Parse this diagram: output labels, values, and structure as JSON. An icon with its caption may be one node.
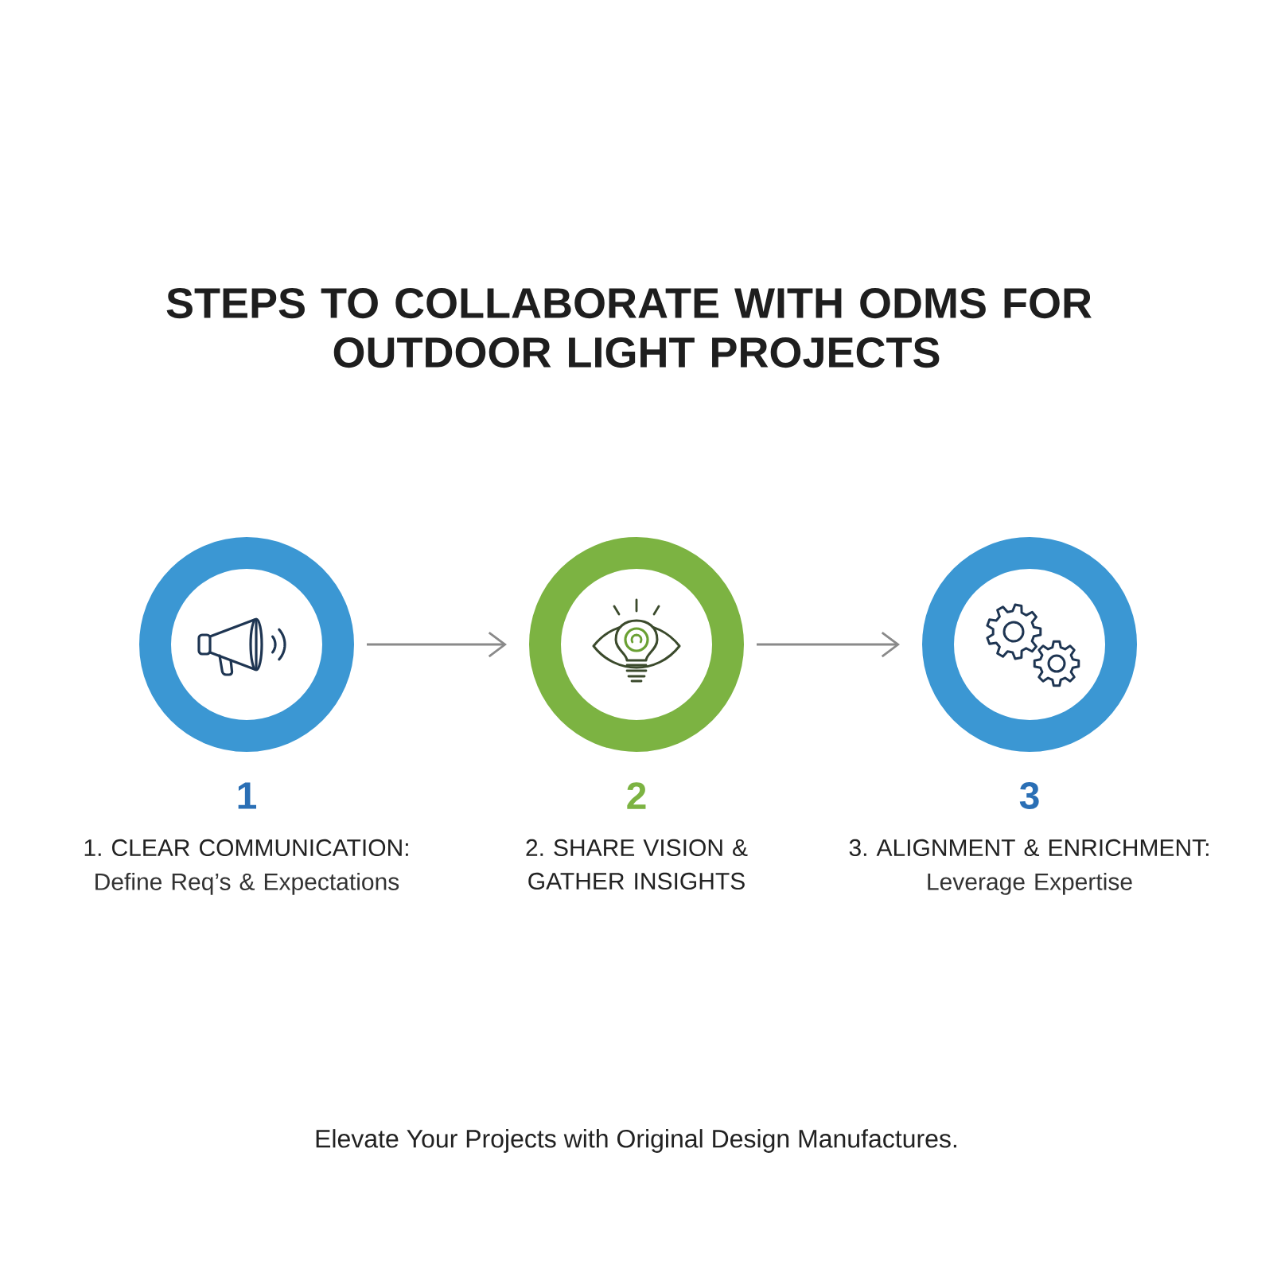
{
  "diagram": {
    "title": "STEPS TO COLLABORATE WITH ODMS FOR OUTDOOR LIGHT PROJECTS",
    "nodes": [
      {
        "text": [],
        "shape": "circle",
        "beside": [
          "1",
          "1. CLEAR COMMUNICATION:",
          "Define Req’s & Expectations"
        ]
      },
      {
        "text": [],
        "shape": "circle",
        "beside": [
          "2",
          "2. SHARE VISION & GATHER INSIGHTS"
        ]
      },
      {
        "text": [],
        "shape": "circle",
        "beside": [
          "3",
          "3. ALIGNMENT & ENRICHMENT:",
          "Leverage Expertise"
        ]
      }
    ],
    "edges": [
      {
        "from": 0,
        "to": 1,
        "arrow": "to"
      },
      {
        "from": 1,
        "to": 2,
        "arrow": "to"
      }
    ],
    "caption": "Elevate Your Projects with Original Design Manufactures."
  }
}
